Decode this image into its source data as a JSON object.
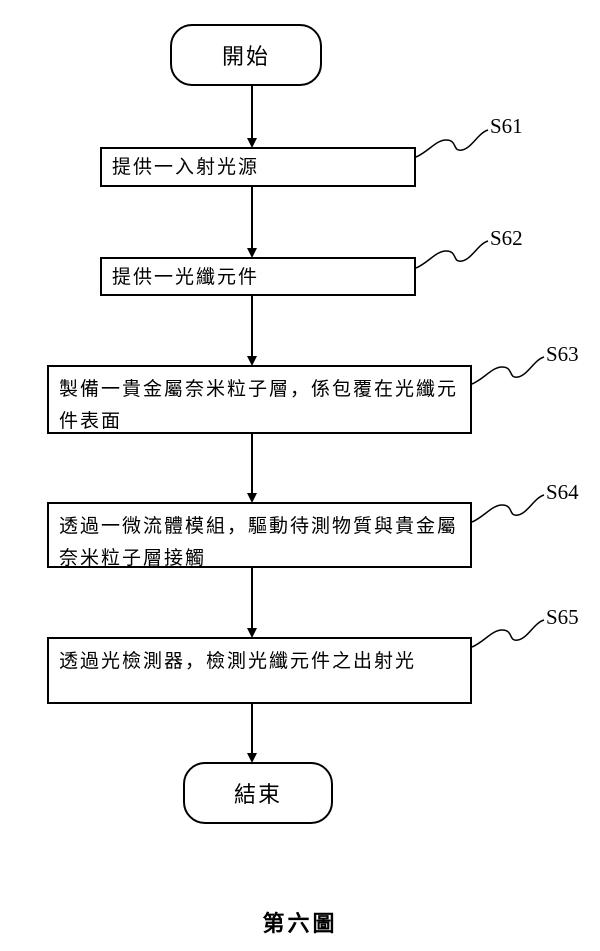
{
  "flowchart": {
    "start": "開始",
    "end": "結束",
    "steps": [
      {
        "id": "S61",
        "text": "提供一入射光源"
      },
      {
        "id": "S62",
        "text": "提供一光纖元件"
      },
      {
        "id": "S63",
        "text": "製備一貴金屬奈米粒子層，係包覆在光纖元件表面"
      },
      {
        "id": "S64",
        "text": "透過一微流體模組，驅動待測物質與貴金屬奈米粒子層接觸"
      },
      {
        "id": "S65",
        "text": "透過光檢測器，檢測光纖元件之出射光"
      }
    ]
  },
  "figure_caption": "第六圖"
}
